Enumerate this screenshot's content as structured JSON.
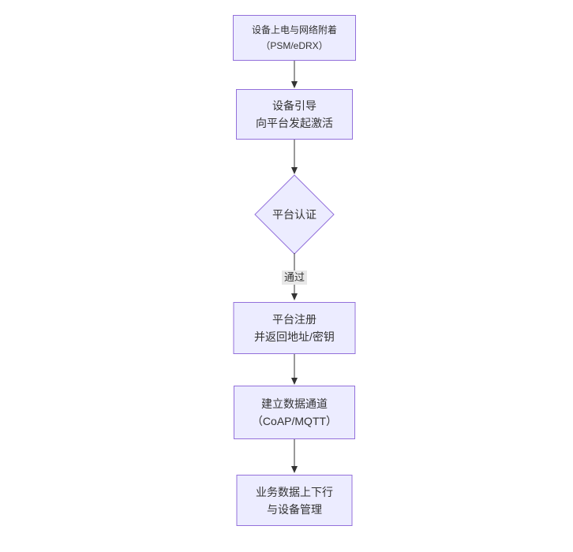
{
  "diagram": {
    "type": "flowchart",
    "direction": "top-down",
    "background": "#ffffff",
    "colors": {
      "node_fill": "#ECECFF",
      "node_border": "#9370DB",
      "arrow": "#333333",
      "edge_label_bg": "#e8e8e8",
      "text": "#333333"
    },
    "nodes": [
      {
        "id": "attach",
        "shape": "rect",
        "lines": [
          "设备上电与网络附着",
          "（PSM/eDRX）"
        ]
      },
      {
        "id": "bootstrap",
        "shape": "rect",
        "lines": [
          "设备引导",
          "向平台发起激活"
        ]
      },
      {
        "id": "auth",
        "shape": "diamond",
        "lines": [
          "平台认证"
        ]
      },
      {
        "id": "register",
        "shape": "rect",
        "lines": [
          "平台注册",
          "并返回地址/密钥"
        ]
      },
      {
        "id": "channel",
        "shape": "rect",
        "lines": [
          "建立数据通道",
          "（CoAP/MQTT）"
        ]
      },
      {
        "id": "business",
        "shape": "rect",
        "lines": [
          "业务数据上下行",
          "与设备管理"
        ]
      }
    ],
    "edges": [
      {
        "from": "attach",
        "to": "bootstrap",
        "label": ""
      },
      {
        "from": "bootstrap",
        "to": "auth",
        "label": ""
      },
      {
        "from": "auth",
        "to": "register",
        "label": "通过"
      },
      {
        "from": "register",
        "to": "channel",
        "label": ""
      },
      {
        "from": "channel",
        "to": "business",
        "label": ""
      }
    ]
  }
}
